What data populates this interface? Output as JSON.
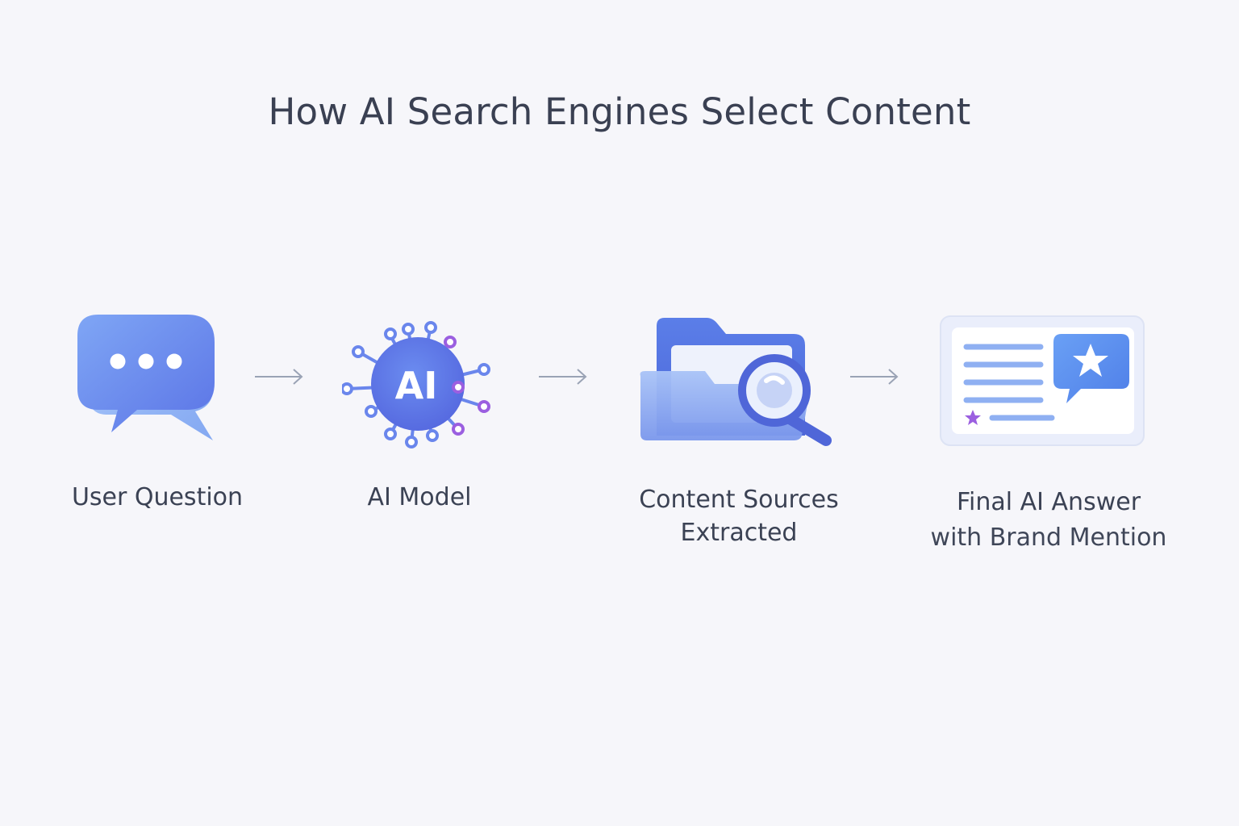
{
  "title": "How AI Search Engines Select Content",
  "steps": [
    {
      "label": "User Question",
      "icon": "chat-bubble-icon"
    },
    {
      "label": "AI Model",
      "icon": "ai-network-icon",
      "icon_text": "AI"
    },
    {
      "label_line1": "Content Sources",
      "label_line2": "Extracted",
      "icon": "folder-search-icon"
    },
    {
      "label_line1": "Final AI Answer",
      "label_line2": "with Brand Mention",
      "icon": "answer-card-icon"
    }
  ],
  "colors": {
    "background": "#f6f6fa",
    "text": "#3b4254",
    "accent_blue": "#5b86ea",
    "accent_indigo": "#6a6fe0",
    "accent_purple": "#9b5fe0",
    "arrow": "#9aa3b5"
  }
}
